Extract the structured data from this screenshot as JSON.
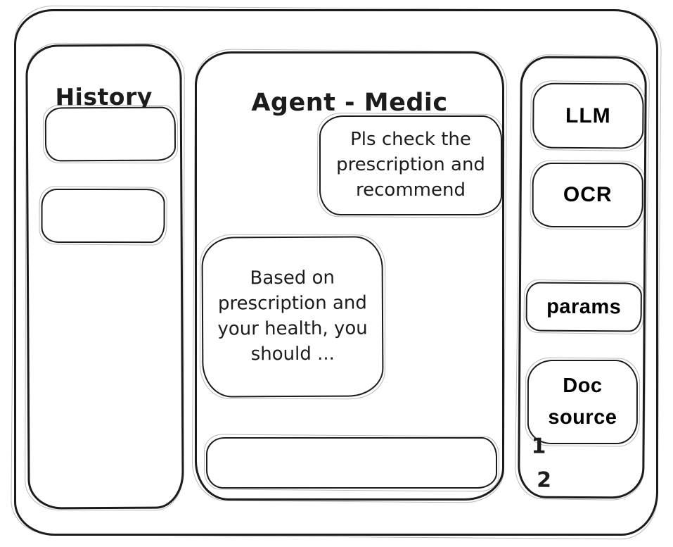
{
  "history_panel": {
    "title": "History"
  },
  "chat_panel": {
    "title": "Agent - Medic",
    "messages": [
      {
        "role": "user",
        "text": "Pls check the prescription and recommend"
      },
      {
        "role": "assistant",
        "text": "Based on prescription and your health, you should ..."
      }
    ],
    "composer": {
      "value": ""
    }
  },
  "tools_panel": {
    "buttons": [
      {
        "label": "LLM"
      },
      {
        "label": "OCR"
      },
      {
        "label": "params"
      },
      {
        "label": "Doc source"
      }
    ],
    "doc_source_items": [
      "1",
      "2"
    ]
  },
  "colors": {
    "ink": "#1c1c1c",
    "canvas": "#ffffff"
  }
}
